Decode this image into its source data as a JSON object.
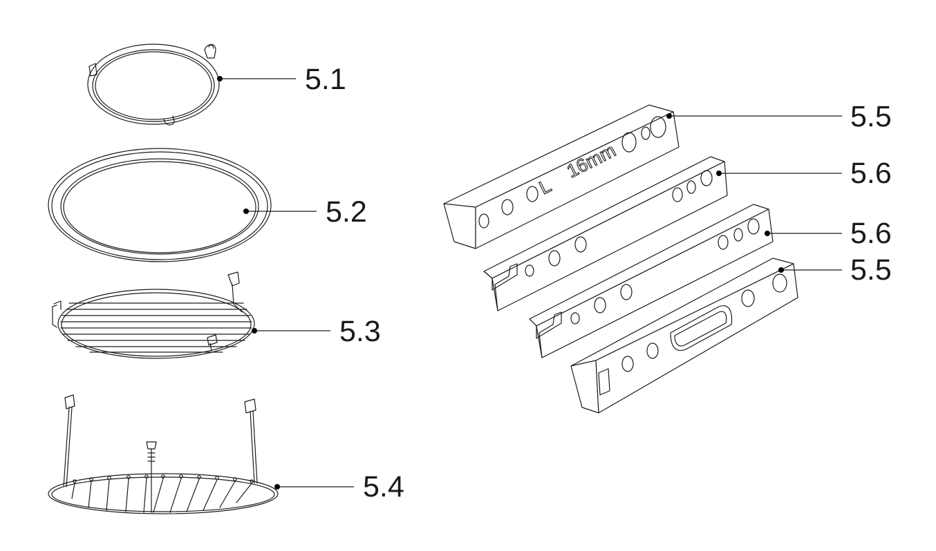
{
  "diagram": {
    "callouts": [
      {
        "id": "c1",
        "label": "5.1"
      },
      {
        "id": "c2",
        "label": "5.2"
      },
      {
        "id": "c3",
        "label": "5.3"
      },
      {
        "id": "c4",
        "label": "5.4"
      },
      {
        "id": "c5",
        "label": "5.5"
      },
      {
        "id": "c6",
        "label": "5.6"
      },
      {
        "id": "c7",
        "label": "5.6"
      },
      {
        "id": "c8",
        "label": "5.5"
      }
    ],
    "engraving": {
      "side_mark": "L",
      "size_mark": "16mm"
    }
  }
}
